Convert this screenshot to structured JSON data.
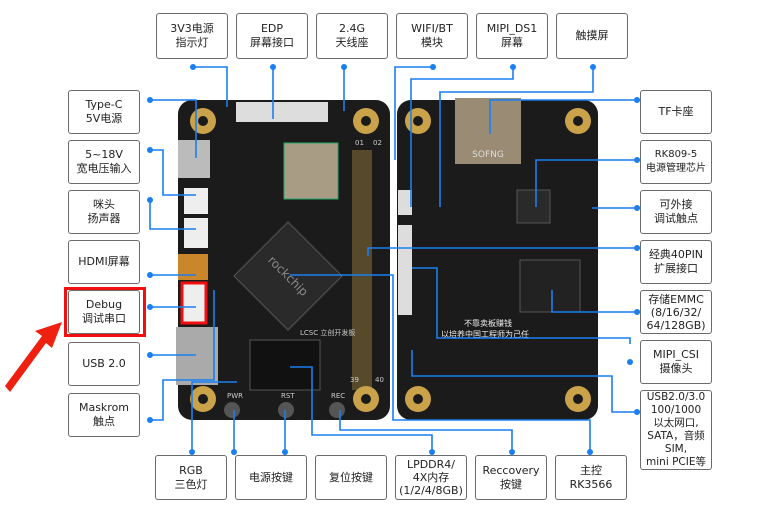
{
  "top_labels": [
    "3V3电源\n指示灯",
    "EDP\n屏幕接口",
    "2.4G\n天线座",
    "WIFI/BT\n模块",
    "MIPI_DS1\n屏幕",
    "触摸屏"
  ],
  "left_labels": [
    "Type-C\n5V电源",
    "5~18V\n宽电压输入",
    "咪头\n扬声器",
    "HDMI屏幕",
    "Debug\n调试串口",
    "USB 2.0",
    "Maskrom\n触点"
  ],
  "right_labels": [
    "TF卡座",
    "RK809-5\n电源管理芯片",
    "可外接\n调试触点",
    "经典40PIN\n扩展接口",
    "存储EMMC\n(8/16/32/\n64/128GB)",
    "MIPI_CSI\n摄像头",
    "USB2.0/3.0\n100/1000\n以太网口,\nSATA，音频\nSIM,\nmini PCIE等"
  ],
  "bottom_labels": [
    "RGB\n三色灯",
    "电源按键",
    "复位按键",
    "LPDDR4/\n4X内存\n(1/2/4/8GB)",
    "Reccovery\n按键",
    "主控\nRK3566"
  ],
  "board": {
    "chip_brand": "rockchip",
    "sd_brand": "SOFNG",
    "silkscreen_logo": "LCSC 立创开发板",
    "slogan_1": "不靠卖板赚钱",
    "slogan_2": "以培养中国工程师为己任",
    "pin_first": "01",
    "pin_second": "02",
    "pin_last_odd": "39",
    "pin_last_even": "40",
    "btn_pwr": "PWR",
    "btn_rst": "RST",
    "btn_rec": "REC"
  },
  "highlight": "Debug",
  "colors": {
    "line": "#1a7ff0",
    "highlight": "#f01010",
    "board": "#1b1b1b",
    "gold": "#c9a24a"
  }
}
